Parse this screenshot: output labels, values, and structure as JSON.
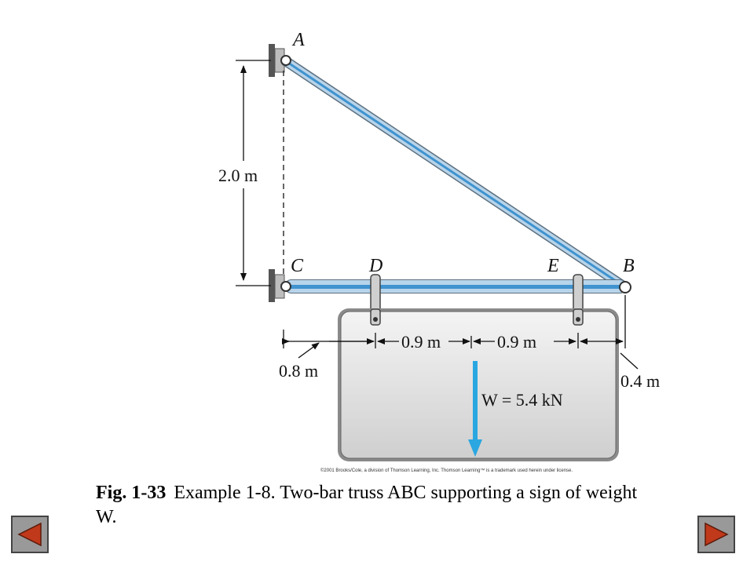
{
  "figure": {
    "points": {
      "A": "A",
      "B": "B",
      "C": "C",
      "D": "D",
      "E": "E"
    },
    "dimensions": {
      "height_AC": "2.0 m",
      "left_offset": "0.8 m",
      "seg_DW": "0.9 m",
      "seg_WE": "0.9 m",
      "right_offset": "0.4 m"
    },
    "load_label": "W = 5.4 kN",
    "copyright": "©2001 Brooks/Cole, a division of Thomson Learning, Inc.  Thomson Learning™ is a trademark used herein under license.",
    "colors": {
      "bar": "#8fb9dc",
      "bar_core": "#3f93cf",
      "load_arrow": "#2aa7e0",
      "sign_fill": "#dcdcdc"
    }
  },
  "caption": {
    "fig_label": "Fig. 1-33",
    "text": "Example 1-8.  Two-bar truss ABC supporting a sign of weight W."
  },
  "nav": {
    "prev_icon": "triangle-left-icon",
    "next_icon": "triangle-right-icon"
  }
}
